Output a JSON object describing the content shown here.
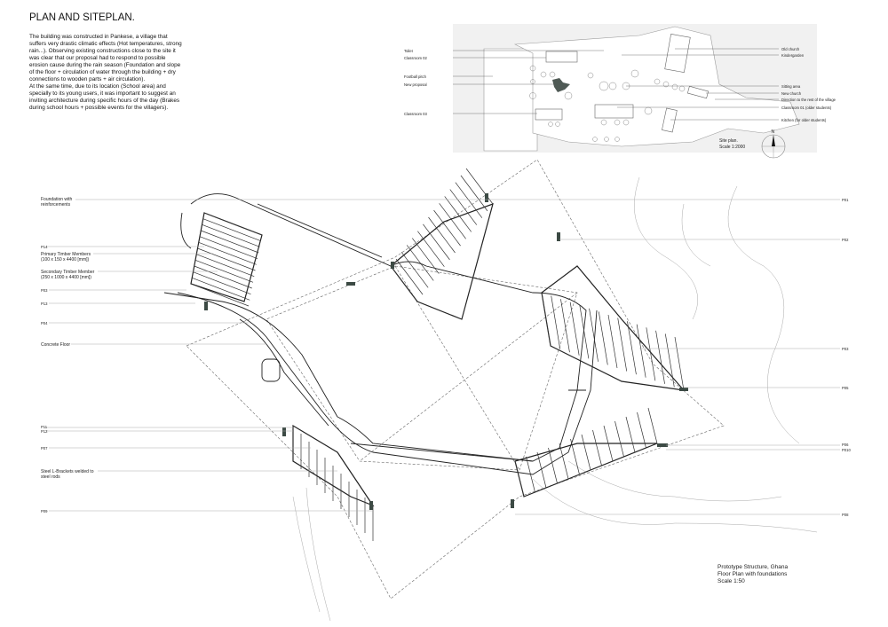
{
  "title": "PLAN AND SITEPLAN.",
  "description": {
    "p1": "The building was constructed in Pankese, a village that suffers very drastic climatic effects (Hot temperatures, strong rain...). Observing existing constructions close to the site it was clear that our proposal had to respond to possible erosion cause during the rain season (Foundation and slope of the floor + circulation of water through the building + dry connections to wooden parts + air circulation).",
    "p2": "At the same time, due to its location (School area) and specially to its young users, it was important to suggest an inviting architecture during specific hours of the day (Brakes during school hours + possible events for the villagers)."
  },
  "site_plan": {
    "left_labels": [
      "Toilet",
      "Classroom 02",
      "Football pitch",
      "New proposal",
      "Classroom 03"
    ],
    "right_labels": [
      "Old church",
      "Kindergarden",
      "Sitting area",
      "New church",
      "Direction to the rest of the village",
      "Classroom 01 (older students)",
      "Kitchen (for older students)"
    ],
    "caption_1": "Site plan.",
    "caption_2": "Scale 1:2000",
    "north": "N",
    "highlight_color": "#4f5a55"
  },
  "floor_plan": {
    "left_labels": {
      "foundation_1": "Foundation with",
      "foundation_2": "reinforcements",
      "p14": "P14",
      "primary_1": "Primary Timber Members",
      "primary_2": "(100 x 150 x 4400 [mm])",
      "secondary_1": "Secondary Timber Member",
      "secondary_2": "(250 x 1000 x 4400 [mm])",
      "p03": "P03",
      "p13": "P13",
      "p04": "P04",
      "concrete": "Concrete Floor",
      "p11": "P11",
      "p12": "P12",
      "p07": "P07",
      "steel_1": "Steel L-Brackets welded to",
      "steel_2": "steel rods",
      "p09": "P09"
    },
    "right_labels": [
      "P01",
      "P02",
      "P03",
      "P05",
      "P06",
      "P010",
      "P08"
    ],
    "caption_1": "Prototype Structure, Ghana",
    "caption_2": "Floor Plan with foundations",
    "caption_3": "Scale 1:50",
    "foundation_color": "#3c4a44"
  }
}
